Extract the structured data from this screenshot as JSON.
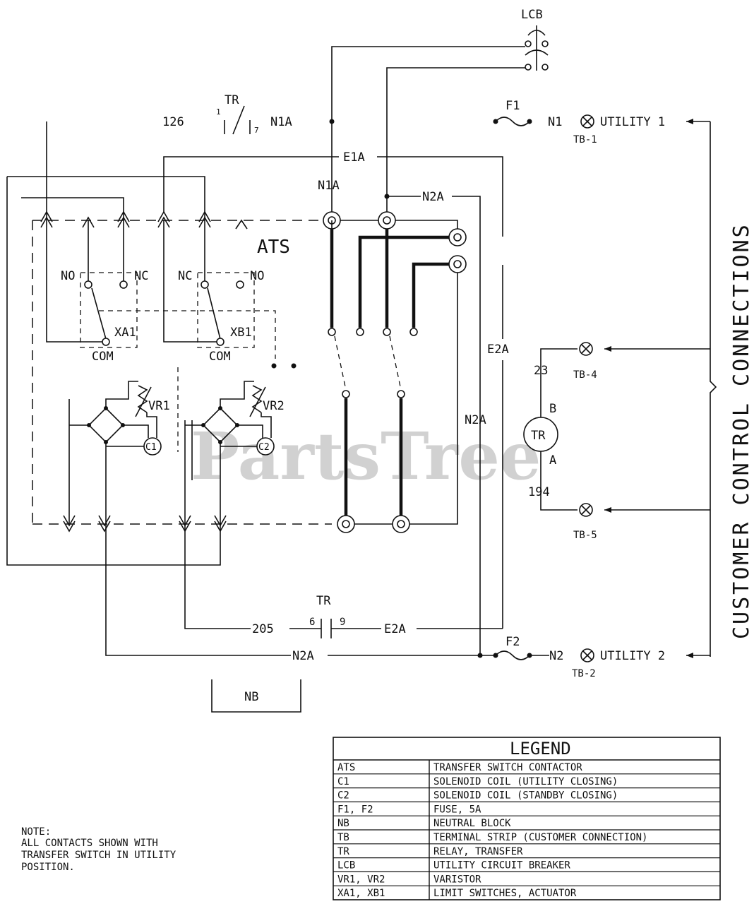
{
  "labels": {
    "lcb": "LCB",
    "tr_top": "TR",
    "tr_top_pin1": "1",
    "tr_top_pin7": "7",
    "n126": "126",
    "n1a_top": "N1A",
    "f1": "F1",
    "n1": "N1",
    "utility1": "UTILITY 1",
    "tb1": "TB-1",
    "e1a": "E1A",
    "n1a_mid": "N1A",
    "n2a": "N2A",
    "ats": "ATS",
    "no_left": "NO",
    "nc_left": "NC",
    "nc_right": "NC",
    "no_right": "NO",
    "xa1": "XA1",
    "xb1": "XB1",
    "com_left": "COM",
    "com_right": "COM",
    "vr1": "VR1",
    "vr2": "VR2",
    "c1": "C1",
    "c2": "C2",
    "e2a_right": "E2A",
    "n2a_right": "N2A",
    "n23": "23",
    "b": "B",
    "tr_relay": "TR",
    "a": "A",
    "n194": "194",
    "tb4": "TB-4",
    "tb5": "TB-5",
    "tr_bottom": "TR",
    "pin6": "6",
    "pin9": "9",
    "n205": "205",
    "e2a_bottom": "E2A",
    "n2a_bottom": "N2A",
    "f2": "F2",
    "n2": "N2",
    "utility2": "UTILITY 2",
    "tb2": "TB-2",
    "nb": "NB",
    "customer_control": "CUSTOMER CONTROL CONNECTIONS",
    "watermark": "PartsTree"
  },
  "legend": {
    "title": "LEGEND",
    "rows": [
      {
        "code": "ATS",
        "desc": "TRANSFER SWITCH CONTACTOR"
      },
      {
        "code": "C1",
        "desc": "SOLENOID COIL (UTILITY CLOSING)"
      },
      {
        "code": "C2",
        "desc": "SOLENOID COIL (STANDBY CLOSING)"
      },
      {
        "code": "F1, F2",
        "desc": "FUSE, 5A"
      },
      {
        "code": "NB",
        "desc": "NEUTRAL BLOCK"
      },
      {
        "code": "TB",
        "desc": "TERMINAL STRIP (CUSTOMER CONNECTION)"
      },
      {
        "code": "TR",
        "desc": "RELAY, TRANSFER"
      },
      {
        "code": "LCB",
        "desc": "UTILITY CIRCUIT BREAKER"
      },
      {
        "code": "VR1, VR2",
        "desc": "VARISTOR"
      },
      {
        "code": "XA1, XB1",
        "desc": "LIMIT SWITCHES, ACTUATOR"
      }
    ]
  },
  "note": {
    "line1": "NOTE:",
    "line2": "ALL CONTACTS SHOWN WITH",
    "line3": "TRANSFER SWITCH IN UTILITY",
    "line4": "POSITION."
  }
}
